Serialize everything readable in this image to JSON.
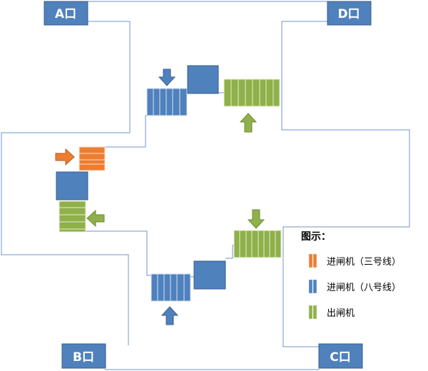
{
  "exits": {
    "A": "A口",
    "B": "B口",
    "C": "C口",
    "D": "D口"
  },
  "legend": {
    "title": "图示：",
    "items": [
      {
        "label": "进闸机（三号线）",
        "color": "#ed7d31"
      },
      {
        "label": "进闸机（八号线）",
        "color": "#4a7ebb"
      },
      {
        "label": "出闸机",
        "color": "#8fb04a"
      }
    ]
  },
  "colors": {
    "outline": "#5b8ac9",
    "entry_line3": "#ed7d31",
    "entry_line8": "#4a7ebb",
    "exit_gate": "#8fb04a"
  }
}
